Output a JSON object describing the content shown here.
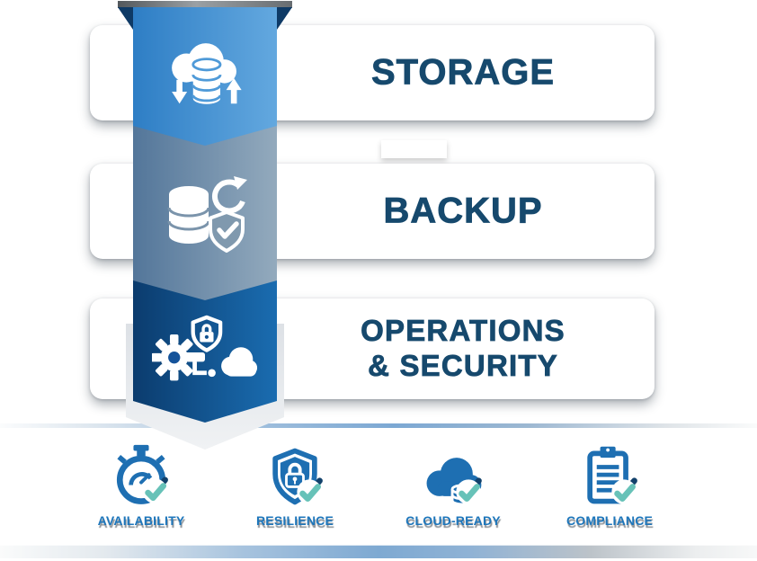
{
  "banner": {
    "title_color": "#16496d",
    "segments": [
      {
        "name": "storage",
        "title": "STORAGE",
        "icon": "cloud-database-updown-icon",
        "gradient": [
          "#2e7ec5",
          "#63a8df"
        ]
      },
      {
        "name": "backup",
        "title": "BACKUP",
        "icon": "database-sync-shield-icon",
        "gradient": [
          "#53769a",
          "#93aabd"
        ]
      },
      {
        "name": "operations-security",
        "title": "OPERATIONS & SECURITY",
        "title_lines": [
          "OPERATIONS",
          "& SECURITY"
        ],
        "icon": "gear-shield-lock-cloud-icon",
        "gradient": [
          "#0b3c6e",
          "#1a6cb0"
        ]
      }
    ]
  },
  "features": [
    {
      "label": "AVAILABILITY",
      "icon": "stopwatch-check-icon"
    },
    {
      "label": "RESILIENCE",
      "icon": "shield-lock-check-icon"
    },
    {
      "label": "CLOUD-READY",
      "icon": "cloud-database-check-icon"
    },
    {
      "label": "COMPLIANCE",
      "icon": "clipboard-check-icon"
    }
  ],
  "colors": {
    "feature_icon_blue": "#1e6fb2",
    "check_teal": "#67c2b8",
    "label_blue": "#1d76bb",
    "title_navy": "#16496d",
    "ribbon_fold_navy": "#0e3a66"
  }
}
